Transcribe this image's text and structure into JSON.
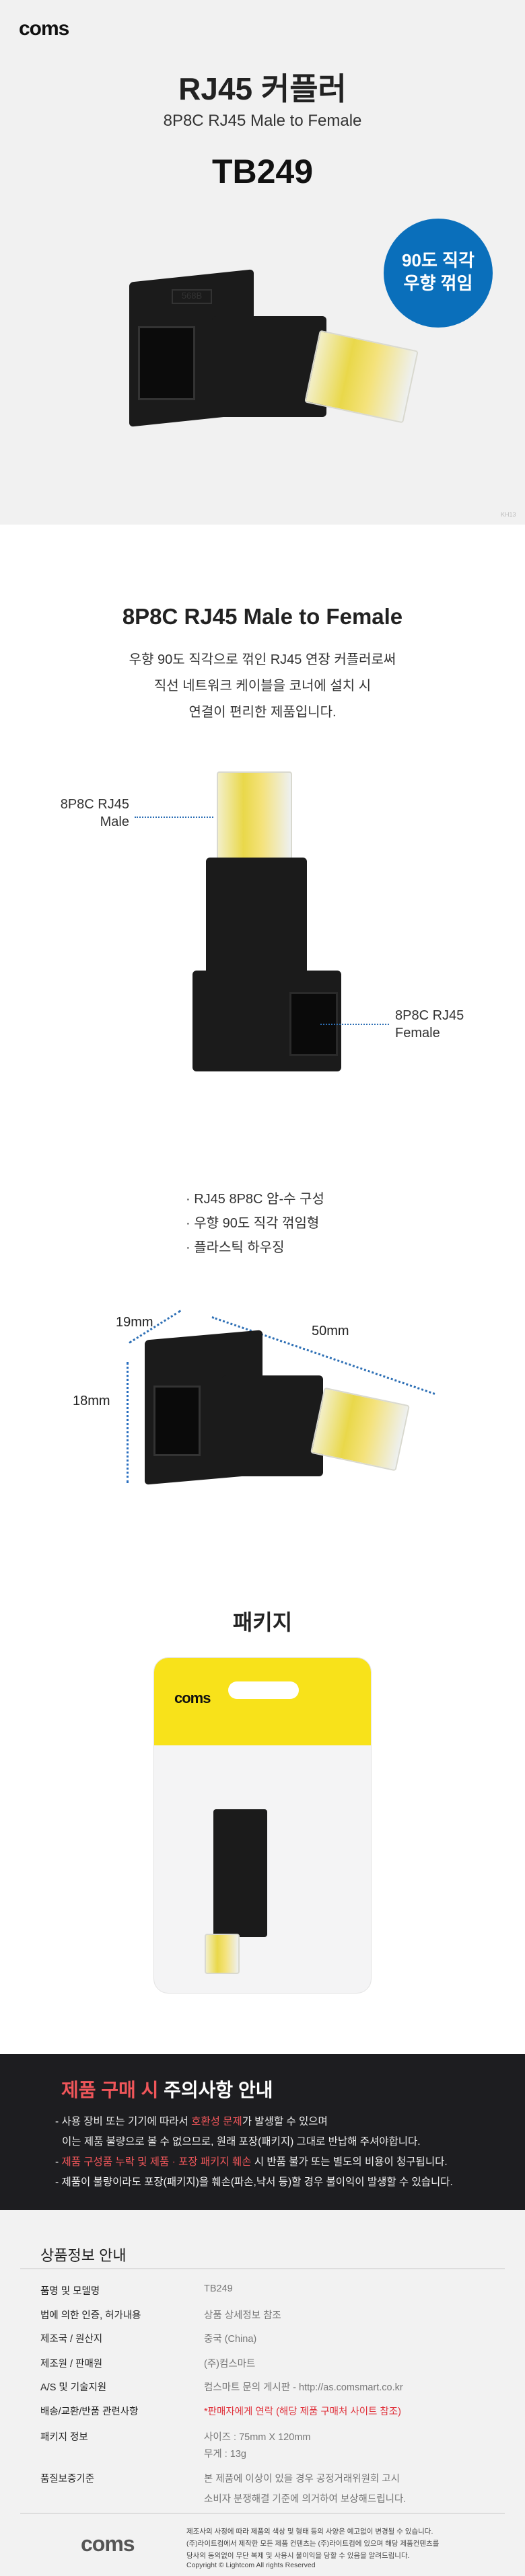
{
  "hero": {
    "brand": "coms",
    "title": "RJ45 커플러",
    "subtitle": "8P8C RJ45 Male to Female",
    "model": "TB249",
    "badge_line1": "90도 직각",
    "badge_line2": "우향 꺾임",
    "badge_color": "#0a6fbb",
    "code": "KH13",
    "jack_mark": "568B"
  },
  "intro": {
    "heading": "8P8C RJ45 Male to Female",
    "desc": [
      "우향 90도 직각으로 꺾인 RJ45 연장 커플러로써",
      "직선 네트워크 케이블을 코너에 설치 시",
      "연결이 편리한 제품입니다."
    ],
    "male_label": [
      "8P8C RJ45",
      "Male"
    ],
    "female_label": [
      "8P8C RJ45",
      "Female"
    ]
  },
  "features": [
    "· RJ45 8P8C 암-수 구성",
    "· 우향 90도 직각 꺾임형",
    "· 플라스틱 하우징"
  ],
  "dimensions": {
    "depth": "19mm",
    "length": "50mm",
    "height": "18mm"
  },
  "package": {
    "heading": "패키지",
    "brand": "coms"
  },
  "notice": {
    "title_red": "제품 구매 시",
    "title_white": "주의사항 안내",
    "l1a": "- 사용 장비 또는 기기에 따라서 ",
    "l1b": "호환성 문제",
    "l1c": "가 발생할 수 있으며",
    "l2": "이는 제품 불량으로 볼 수 없으므로, 원래 포장(패키지) 그대로 반납해 주셔야합니다.",
    "l3a": "- ",
    "l3b": "제품 구성품 누락 및  제품 · 포장 패키지 훼손",
    "l3c": " 시 반품 불가 또는 별도의 비용이 청구됩니다.",
    "l4": "- 제품이 불량이라도 포장(패키지)을 훼손(파손,낙서 등)할 경우 불이익이 발생할 수 있습니다."
  },
  "info": {
    "heading": "상품정보 안내",
    "rows": [
      {
        "label": "품명 및 모델명",
        "value": "TB249"
      },
      {
        "label": "법에 의한 인증, 허가내용",
        "value": "상품 상세정보 참조"
      },
      {
        "label": "제조국 / 원산지",
        "value": "중국 (China)"
      },
      {
        "label": "제조원 / 판매원",
        "value": "(주)컴스마트"
      },
      {
        "label": "A/S 및 기술지원",
        "value": "컴스마트 문의 게시판 - http://as.comsmart.co.kr"
      },
      {
        "label": "배송/교환/반품 관련사항",
        "value": "*판매자에게 연락 (해당 제품 구매처 사이트 참조)"
      },
      {
        "label": "패키지 정보",
        "value": "사이즈 : 75mm X 120mm",
        "value2": "무게 : 13g"
      },
      {
        "label": "품질보증기준",
        "value": "본 제품에 이상이 있을 경우 공정거래위원회 고시",
        "value2": "소비자 분쟁해결 기준에 의거하여 보상해드립니다."
      }
    ]
  },
  "footer": {
    "brand": "coms",
    "lines": [
      "제조사의 사정에 따라 제품의 색상 및 형태 등의 사양은 예고없이 변경될 수 있습니다.",
      "(주)라이트컴에서 제작한 모든 제품 컨텐츠는 (주)라이트컴에 있으며 해당 제품컨텐츠를",
      "당사의 동의없이 무단 복제 및 사용시 불이익을 당할 수 있음을 알려드립니다.",
      "Copyright © Lightcom All rights Reserved"
    ]
  }
}
